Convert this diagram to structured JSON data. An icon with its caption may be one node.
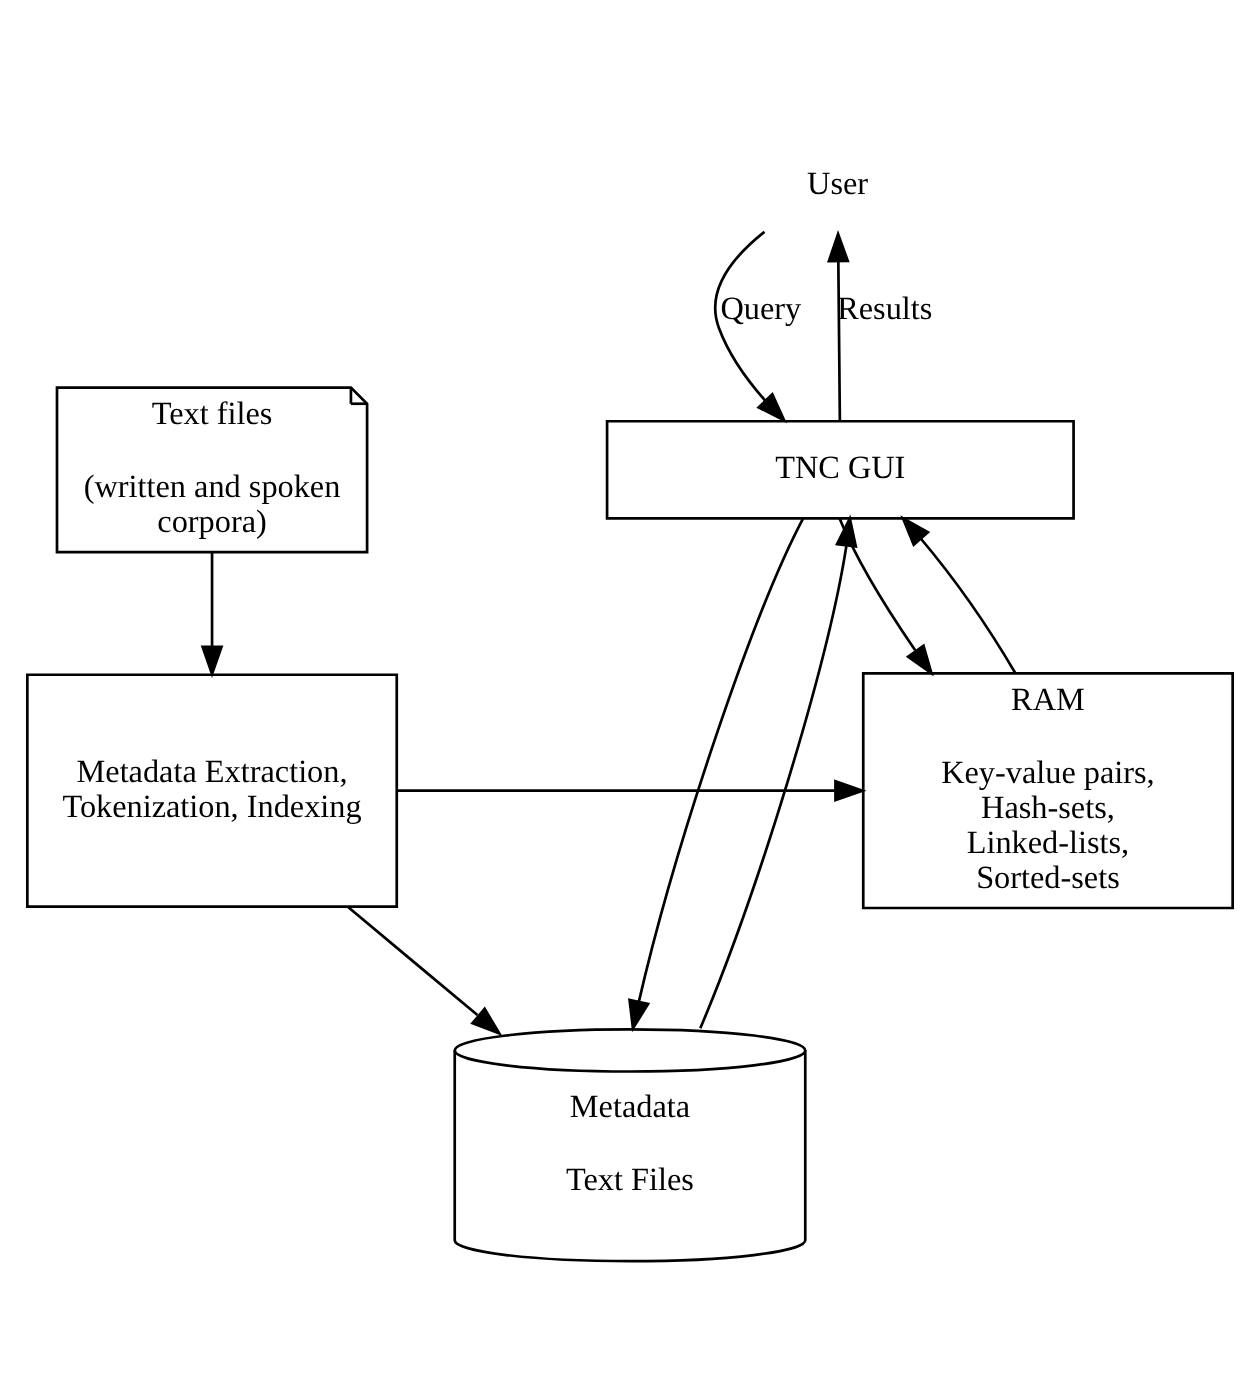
{
  "diagram": {
    "nodes": [
      {
        "text": [
          "User"
        ]
      },
      {
        "text": [
          "Text files",
          "(written and spoken corpora)"
        ]
      },
      {
        "text": [
          "TNC GUI"
        ]
      },
      {
        "text": [
          "Metadata Extraction, Tokenization, Indexing"
        ]
      },
      {
        "text": [
          "RAM",
          "Key-value pairs, Hash-sets, Linked-lists, Sorted-sets"
        ]
      },
      {
        "text": [
          "Metadata",
          "Text Files"
        ]
      }
    ],
    "edges": [
      {
        "from": 0,
        "to": 2,
        "arrow": "to",
        "label": "Query"
      },
      {
        "from": 2,
        "to": 0,
        "arrow": "to",
        "label": "Results"
      },
      {
        "from": 1,
        "to": 3,
        "arrow": "to"
      },
      {
        "from": 3,
        "to": 5,
        "arrow": "to"
      },
      {
        "from": 3,
        "to": 4,
        "arrow": "to"
      },
      {
        "from": 2,
        "to": 5,
        "arrow": "to"
      },
      {
        "from": 2,
        "to": 4,
        "arrow": "to"
      },
      {
        "from": 4,
        "to": 2,
        "arrow": "to"
      },
      {
        "from": 5,
        "to": 2,
        "arrow": "to"
      }
    ]
  }
}
